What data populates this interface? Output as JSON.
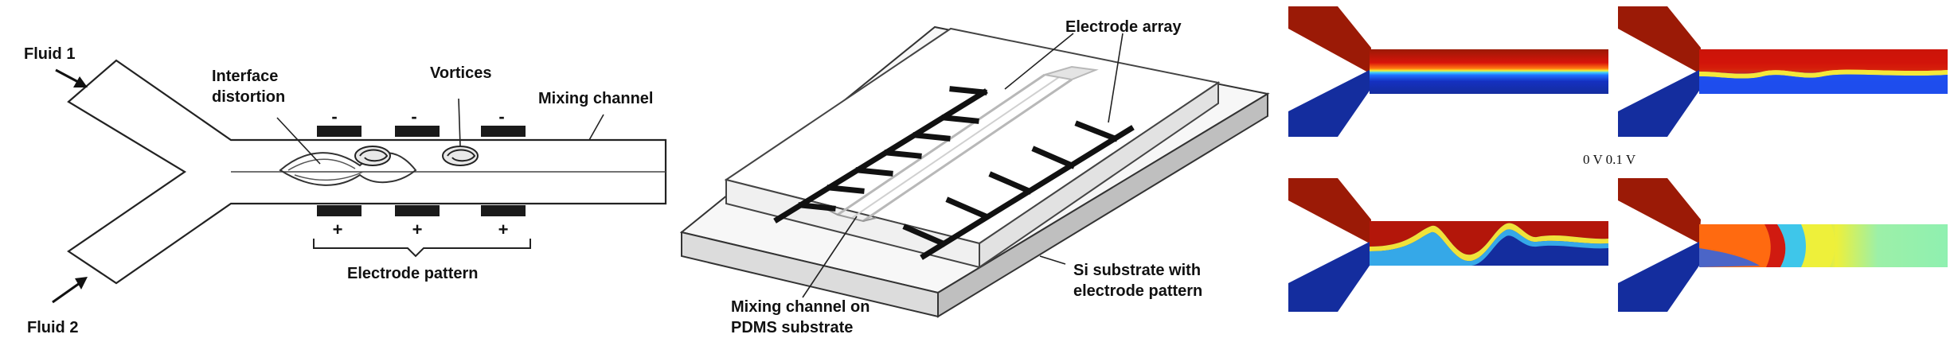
{
  "panel_a": {
    "labels": {
      "fluid1": "Fluid 1",
      "fluid2": "Fluid 2",
      "interface_line1": "Interface",
      "interface_line2": "distortion",
      "vortices": "Vortices",
      "mixing_channel": "Mixing channel",
      "electrode_pattern": "Electrode pattern"
    },
    "top_signs": [
      "-",
      "-",
      "-"
    ],
    "bottom_signs": [
      "+",
      "+",
      "+"
    ]
  },
  "panel_b": {
    "labels": {
      "electrode_array": "Electrode array",
      "mixing_line1": "Mixing channel on",
      "mixing_line2": "PDMS substrate",
      "si_line1": "Si substrate with",
      "si_line2": "electrode pattern"
    }
  },
  "panel_c": {
    "voltage_label": "0 V 0.1 V",
    "colors": {
      "fluid_high": "#9b1a06",
      "fluid_low": "#142d9e",
      "mid_orange": "#ff6a10",
      "mid_yellow": "#eef03a",
      "mid_cyan": "#3ec6ea",
      "mid_green": "#8ff0b0"
    }
  }
}
